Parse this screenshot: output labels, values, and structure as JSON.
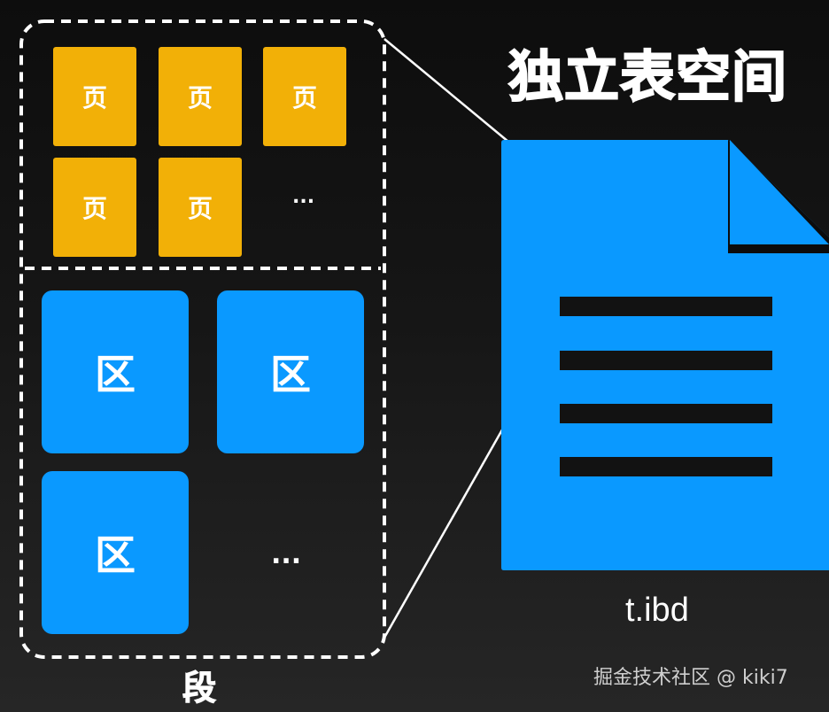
{
  "title": "独立表空间",
  "segment_label": "段",
  "file": {
    "name": "t.ibd",
    "icon": "document-icon",
    "color": "#0a99ff"
  },
  "pages": {
    "label": "页",
    "color": "#f2b007",
    "items": [
      "页",
      "页",
      "页",
      "页",
      "页"
    ],
    "ellipsis": "..."
  },
  "extents": {
    "label": "区",
    "color": "#0a99ff",
    "items": [
      "区",
      "区",
      "区"
    ],
    "ellipsis": "..."
  },
  "watermark": "掘金技术社区 @ kiki7"
}
